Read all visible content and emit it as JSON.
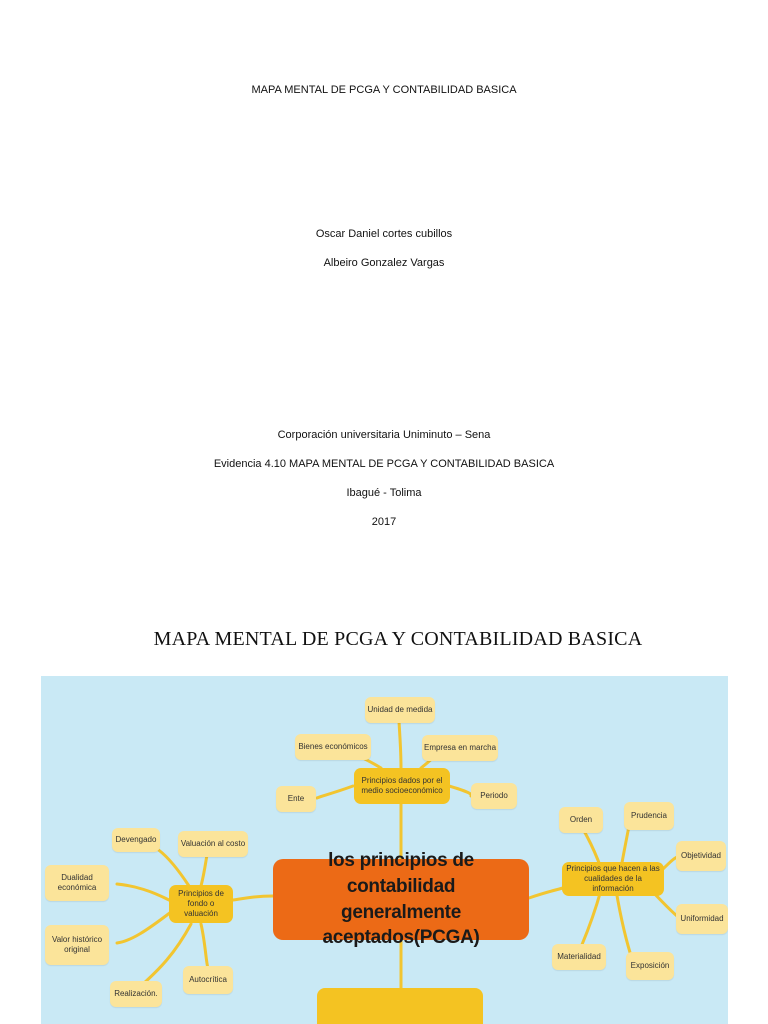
{
  "cover": {
    "title": "MAPA MENTAL DE PCGA Y CONTABILIDAD BASICA",
    "authors": [
      "Oscar Daniel cortes cubillos",
      "Albeiro Gonzalez Vargas"
    ],
    "institution": "Corporación universitaria Uniminuto – Sena",
    "evidence": "Evidencia 4.10 MAPA MENTAL DE PCGA Y CONTABILIDAD BASICA",
    "city": "Ibagué - Tolima",
    "year": "2017"
  },
  "section_title": "MAPA MENTAL DE PCGA Y CONTABILIDAD BASICA",
  "mindmap": {
    "colors": {
      "background": "#c9e9f5",
      "central": "#ec6a16",
      "hub": "#f4c322",
      "leaf": "#fbe49a",
      "link": "#f2c530"
    },
    "central": {
      "line1": "los principios de contabilidad",
      "line2": "generalmente aceptados(PCGA)"
    },
    "top_hub": {
      "line1": "Principios dados por el",
      "line2": "medio socioeconómico",
      "leaves": [
        "Unidad de medida",
        "Bienes económicos",
        "Empresa en marcha",
        "Ente",
        "Periodo"
      ]
    },
    "left_hub": {
      "line1": "Principios de",
      "line2": "fondo o valuación",
      "leaves": {
        "devengado": "Devengado",
        "valuacion": "Valuación al costo",
        "dualidad": [
          "Dualidad",
          "económica"
        ],
        "valor": [
          "Valor histórico",
          "original"
        ],
        "autocritica": "Autocrítica",
        "realizacion": "Realización."
      }
    },
    "right_hub": {
      "line1": "Principios que hacen a las",
      "line2": "cualidades de la información",
      "leaves": [
        "Orden",
        "Prudencia",
        "Objetividad",
        "Uniformidad",
        "Materialidad",
        "Exposición"
      ]
    }
  }
}
